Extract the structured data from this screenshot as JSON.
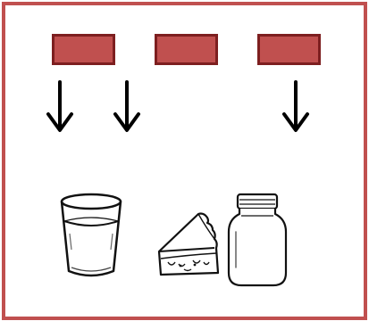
{
  "colors": {
    "frame_border": "#c0504f",
    "box_fill": "#c0504f",
    "box_border": "#7d1f20",
    "arrow": "#000000",
    "line_art": "#111111"
  },
  "boxes": [
    {
      "label": ""
    },
    {
      "label": ""
    },
    {
      "label": ""
    }
  ],
  "arrows": [
    {
      "icon": "arrow-down-icon",
      "under_box": 1
    },
    {
      "icon": "arrow-down-icon",
      "under_box": 1
    },
    {
      "icon": "arrow-down-icon",
      "under_box": 3
    }
  ],
  "pictures": [
    {
      "icon": "water-glass-icon"
    },
    {
      "icon": "pie-slice-icon"
    },
    {
      "icon": "empty-jar-icon"
    }
  ]
}
